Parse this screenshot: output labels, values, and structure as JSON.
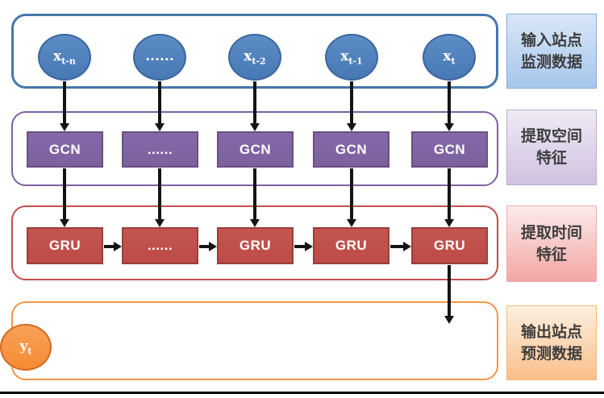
{
  "colors": {
    "input_node_fill": "#4f81bd",
    "input_container_border": "#4576ab",
    "gcn_node_fill": "#8064a2",
    "gcn_container_border": "#7d60a2",
    "gru_node_fill": "#c0504d",
    "gru_container_border": "#c0504d",
    "output_node_fill": "#f79646",
    "output_container_border": "#f79646",
    "arrow": "#141414",
    "label_text": "#3d3d3d",
    "label_blue_bg": "#a6c5ec",
    "label_purple_bg": "#d0c2e0",
    "label_pink_bg": "#f2a6a4",
    "label_orange_bg": "#f9bf8a"
  },
  "nodes": {
    "inputs": [
      {
        "base": "x",
        "sub": "t-n"
      },
      {
        "base": "......",
        "sub": ""
      },
      {
        "base": "x",
        "sub": "t-2"
      },
      {
        "base": "x",
        "sub": "t-1"
      },
      {
        "base": "x",
        "sub": "t"
      }
    ],
    "gcn": [
      "GCN",
      "......",
      "GCN",
      "GCN",
      "GCN"
    ],
    "gru": [
      "GRU",
      "......",
      "GRU",
      "GRU",
      "GRU"
    ],
    "output": {
      "base": "y",
      "sub": "t"
    }
  },
  "side_labels": [
    {
      "line1": "输入站点",
      "line2": "监测数据"
    },
    {
      "line1": "提取空间",
      "line2": "特征"
    },
    {
      "line1": "提取时间",
      "line2": "特征"
    },
    {
      "line1": "输出站点",
      "line2": "预测数据"
    }
  ]
}
